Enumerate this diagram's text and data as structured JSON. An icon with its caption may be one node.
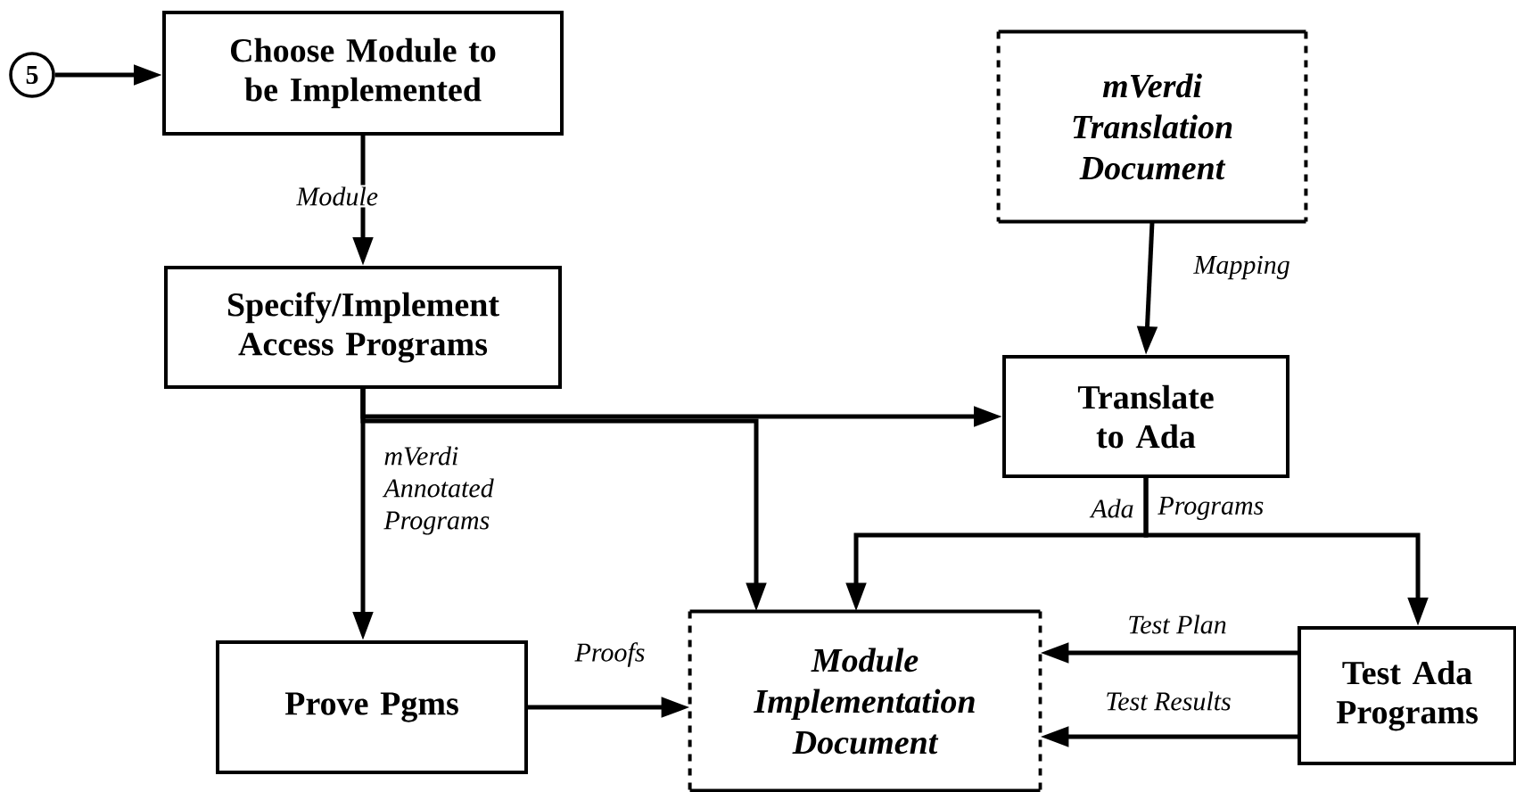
{
  "diagram": {
    "nodes": [
      {
        "text": [
          "5"
        ]
      },
      {
        "text": [
          "Choose Module to be Implemented"
        ]
      },
      {
        "text": [
          "Specify/Implement Access Programs"
        ]
      },
      {
        "text": [
          "mVerdi Translation Document"
        ]
      },
      {
        "text": [
          "Translate to Ada"
        ]
      },
      {
        "text": [
          "Prove Pgms"
        ]
      },
      {
        "text": [
          "Module Implementation Document"
        ]
      },
      {
        "text": [
          "Test Ada Programs"
        ]
      }
    ],
    "edges": [
      {
        "from": 0,
        "to": 1,
        "arrow": "to"
      },
      {
        "from": 1,
        "to": 2,
        "arrow": "to",
        "label": "Module"
      },
      {
        "from": 3,
        "to": 4,
        "arrow": "to",
        "label": "Mapping"
      },
      {
        "from": 2,
        "to": 4,
        "arrow": "to"
      },
      {
        "from": 2,
        "to": 5,
        "arrow": "to",
        "label": "mVerdi Annotated Programs"
      },
      {
        "from": 2,
        "to": 6,
        "arrow": "to"
      },
      {
        "from": 5,
        "to": 6,
        "arrow": "to",
        "label": "Proofs"
      },
      {
        "from": 4,
        "to": 6,
        "arrow": "to",
        "label": "Ada"
      },
      {
        "from": 4,
        "to": 7,
        "arrow": "to",
        "label": "Programs"
      },
      {
        "from": 7,
        "to": 6,
        "arrow": "to",
        "label": "Test Plan"
      },
      {
        "from": 7,
        "to": 6,
        "arrow": "to",
        "label": "Test Results"
      }
    ]
  }
}
